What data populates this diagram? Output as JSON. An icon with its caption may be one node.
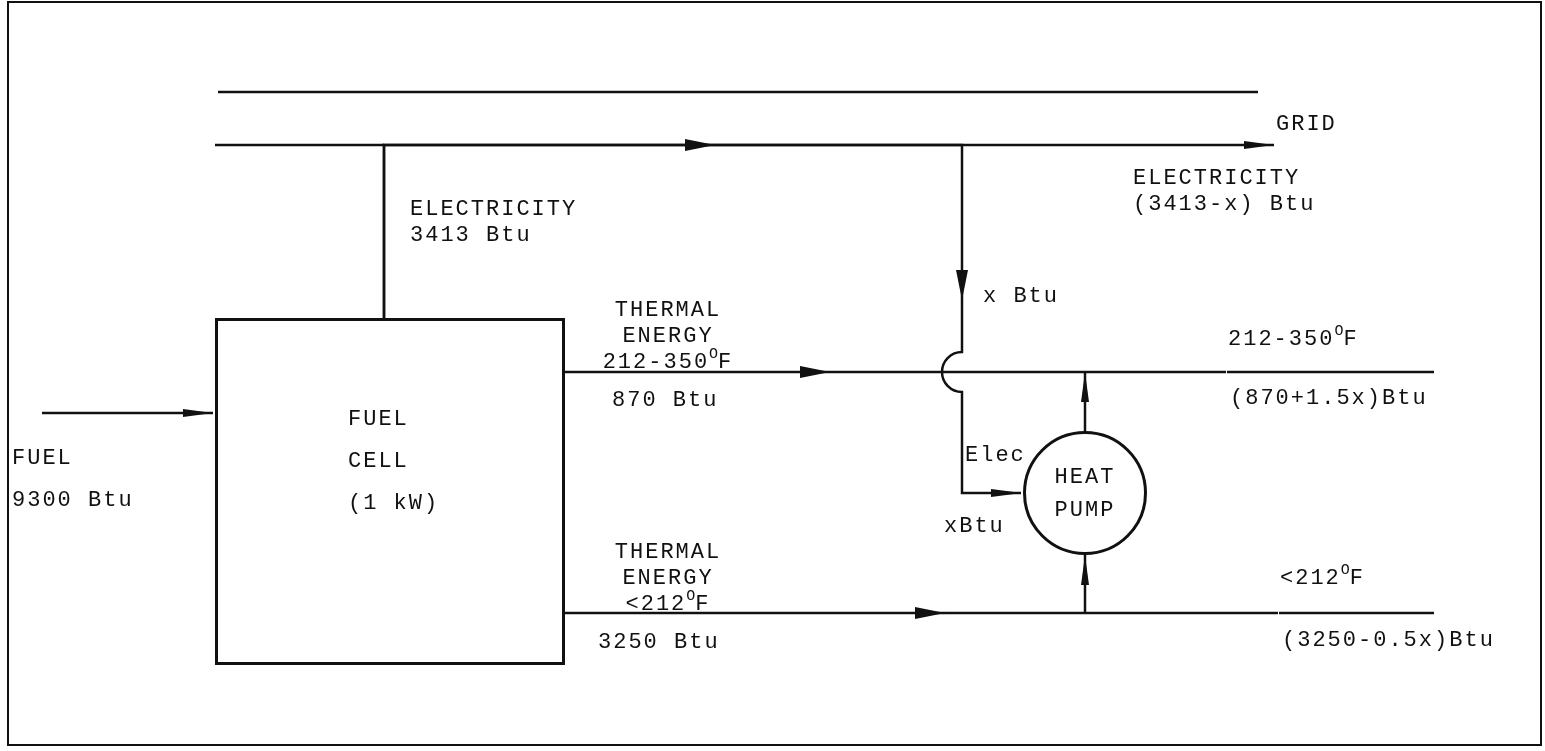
{
  "diagram": {
    "nodes": [
      {
        "text": [
          "FUEL CELL (1 kW)"
        ]
      },
      {
        "text": [
          "HEAT PUMP"
        ]
      },
      {
        "text": [
          "GRID"
        ]
      },
      {
        "text": [
          "212-350$^{O}$F",
          "(870+1.5x)Btu"
        ]
      },
      {
        "text": [
          "<212$^{O}$F",
          "(3250-0.5x)Btu"
        ]
      }
    ],
    "edges": [
      {
        "from": null,
        "to": 0,
        "arrow": "to"
      },
      {
        "from": 0,
        "to": 2,
        "arrow": "to"
      },
      {
        "from": 0,
        "to": 1,
        "arrow": "to"
      },
      {
        "from": 0,
        "to": 3,
        "arrow": "to"
      },
      {
        "from": 1,
        "to": null,
        "arrow": "to"
      },
      {
        "from": 0,
        "to": 4,
        "arrow": "to"
      },
      {
        "from": null,
        "to": 1,
        "arrow": "to"
      }
    ],
    "labels": [
      "ELECTRICITY (3413-x) Btu",
      "ELECTRICITY 3413 Btu",
      "THERMAL ENERGY 212-350$^{O}$F",
      "x Btu",
      "870 Btu",
      "FUEL",
      "Elec",
      "9300 Btu",
      "xBtu",
      "THERMAL ENERGY <212$^{O}$F",
      "3250 Btu"
    ]
  }
}
